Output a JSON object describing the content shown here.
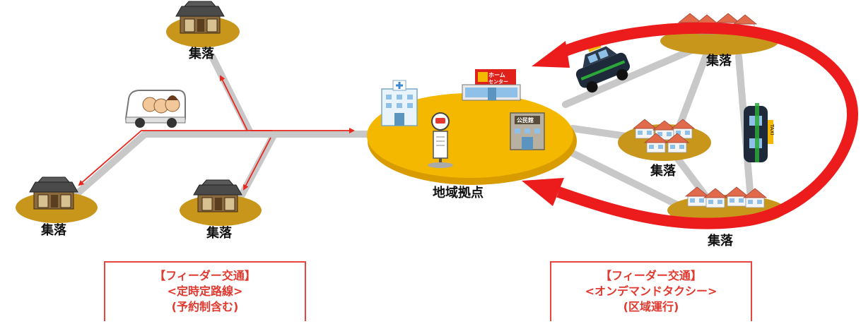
{
  "labels": {
    "settlement": "集落",
    "hub": "地域拠点",
    "homecenter_line1": "ホーム",
    "homecenter_line2": "センター",
    "community_hall": "公民館",
    "taxi_sign": "TAXI"
  },
  "left_box": {
    "line1": "【フィーダー交通】",
    "line2": "<定時定路線>",
    "line3": "(予約制含む)"
  },
  "right_box": {
    "line1": "【フィーダー交通】",
    "line2": "<オンデマンドタクシー>",
    "line3": "(区域運行)"
  },
  "colors": {
    "road": "#c8c8c8",
    "route_arrow": "#e8281e",
    "loop_arrow": "#ec1c1c",
    "hub_disc": "#f5b800",
    "settlement_disc": "#c9961c",
    "box_text": "#e03a30"
  }
}
